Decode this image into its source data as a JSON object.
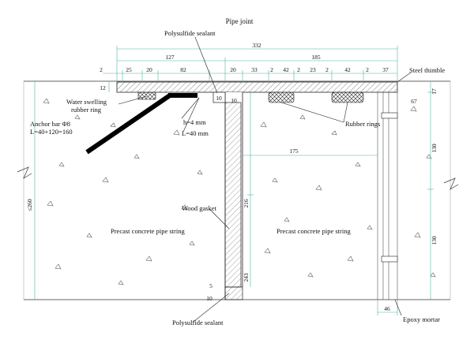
{
  "title": "Pipe joint",
  "labels": {
    "polysulfide_top": "Polysulfide sealant",
    "steel_thimble": "Steel thimble",
    "water_swelling": "Water swelling",
    "rubber_ring": "rubber ring",
    "anchor_bar": "Anchor bar Φ8",
    "anchor_len": "L=40+120=160",
    "h_dim": "h=4 mm",
    "l_dim": "L=40 mm",
    "rubber_rings": "Rubber rings",
    "wood_gasket": "Wood gasket",
    "precast_left": "Precast concrete pipe string",
    "precast_right": "Precast concrete pipe string",
    "polysulfide_bottom": "Polysulfide sealant",
    "epoxy": "Epoxy mortar"
  },
  "dims": {
    "d332": "332",
    "d127": "127",
    "d185": "185",
    "d2a": "2",
    "d25": "25",
    "d20a": "20",
    "d82": "82",
    "d20b": "20",
    "d33": "33",
    "d2b": "2",
    "d42a": "42",
    "d2c": "2",
    "d23": "23",
    "d2d": "2",
    "d42b": "42",
    "d2e": "2",
    "d37": "37",
    "d12": "12",
    "d10a": "10",
    "d10b": "10",
    "d17": "17",
    "d67": "67",
    "d175": "175",
    "d130a": "130",
    "d130b": "130",
    "d216": "216",
    "d243": "243",
    "d260": "≤260",
    "d5": "5",
    "d10c": "10",
    "d46": "46"
  }
}
